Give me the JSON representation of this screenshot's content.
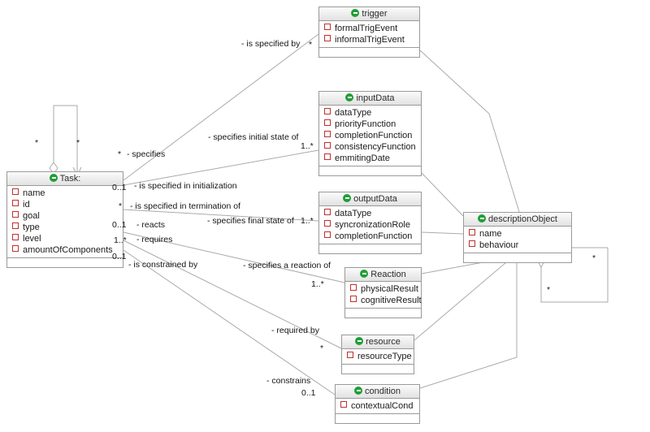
{
  "diagram": {
    "title": "Task description UML class diagram",
    "class_icon_glyph": "C",
    "classes": [
      {
        "id": "task",
        "name": "Task:",
        "attributes": [
          "name",
          "id",
          "goal",
          "type",
          "level",
          "amountOfComponents"
        ]
      },
      {
        "id": "trigger",
        "name": "trigger",
        "attributes": [
          "formalTrigEvent",
          "informalTrigEvent"
        ]
      },
      {
        "id": "inputData",
        "name": "inputData",
        "attributes": [
          "dataType",
          "priorityFunction",
          "completionFunction",
          "consistencyFunction",
          "emmitingDate"
        ]
      },
      {
        "id": "outputData",
        "name": "outputData",
        "attributes": [
          "dataType",
          "syncronizationRole",
          "completionFunction"
        ]
      },
      {
        "id": "descriptionObject",
        "name": "descriptionObject",
        "attributes": [
          "name",
          "behaviour"
        ]
      },
      {
        "id": "reaction",
        "name": "Reaction",
        "attributes": [
          "physicalResult",
          "cognitiveResult"
        ]
      },
      {
        "id": "resource",
        "name": "resource",
        "attributes": [
          "resourceType"
        ]
      },
      {
        "id": "condition",
        "name": "condition",
        "attributes": [
          "contextualCond"
        ]
      }
    ],
    "edge_labels": [
      {
        "id": "lbl-specified-by",
        "text": "- is specified by"
      },
      {
        "id": "lbl-specifies",
        "text": "- specifies"
      },
      {
        "id": "lbl-initial-state",
        "text": "- specifies initial state of"
      },
      {
        "id": "lbl-spec-init",
        "text": "- is specified in initialization"
      },
      {
        "id": "lbl-spec-term",
        "text": "- is specified in termination of"
      },
      {
        "id": "lbl-final-state",
        "text": "- specifies final state of"
      },
      {
        "id": "lbl-reacts",
        "text": "- reacts"
      },
      {
        "id": "lbl-requires",
        "text": "- requires"
      },
      {
        "id": "lbl-constrained-by",
        "text": "- is constrained by"
      },
      {
        "id": "lbl-reaction-of",
        "text": "- specifies a reaction of"
      },
      {
        "id": "lbl-required-by",
        "text": "- required by"
      },
      {
        "id": "lbl-constrains",
        "text": "- constrains"
      }
    ],
    "multiplicities": [
      {
        "id": "mult-trigger-star",
        "text": "*"
      },
      {
        "id": "mult-task-agg-left",
        "text": "*"
      },
      {
        "id": "mult-task-agg-right",
        "text": "*"
      },
      {
        "id": "mult-specifies-star",
        "text": "*"
      },
      {
        "id": "mult-input-1n",
        "text": "1..*"
      },
      {
        "id": "mult-spec-init-01",
        "text": "0..1"
      },
      {
        "id": "mult-spec-term-star",
        "text": "*"
      },
      {
        "id": "mult-output-1n",
        "text": "1..*"
      },
      {
        "id": "mult-reacts-01",
        "text": "0..1"
      },
      {
        "id": "mult-requires-1n",
        "text": "1..*"
      },
      {
        "id": "mult-constrained-01",
        "text": "0..1"
      },
      {
        "id": "mult-reaction-1n",
        "text": "1..*"
      },
      {
        "id": "mult-resource-star",
        "text": "*"
      },
      {
        "id": "mult-condition-01",
        "text": "0..1"
      },
      {
        "id": "mult-desc-agg-right",
        "text": "*"
      },
      {
        "id": "mult-desc-agg-bottom",
        "text": "*"
      }
    ],
    "colors": {
      "class_icon": "#1f9e36",
      "attribute_icon_border": "#c03030",
      "box_border": "#9a9a9a",
      "header_fill": "#ededed",
      "edge_stroke": "#aaaaaa",
      "background": "#ffffff"
    }
  }
}
